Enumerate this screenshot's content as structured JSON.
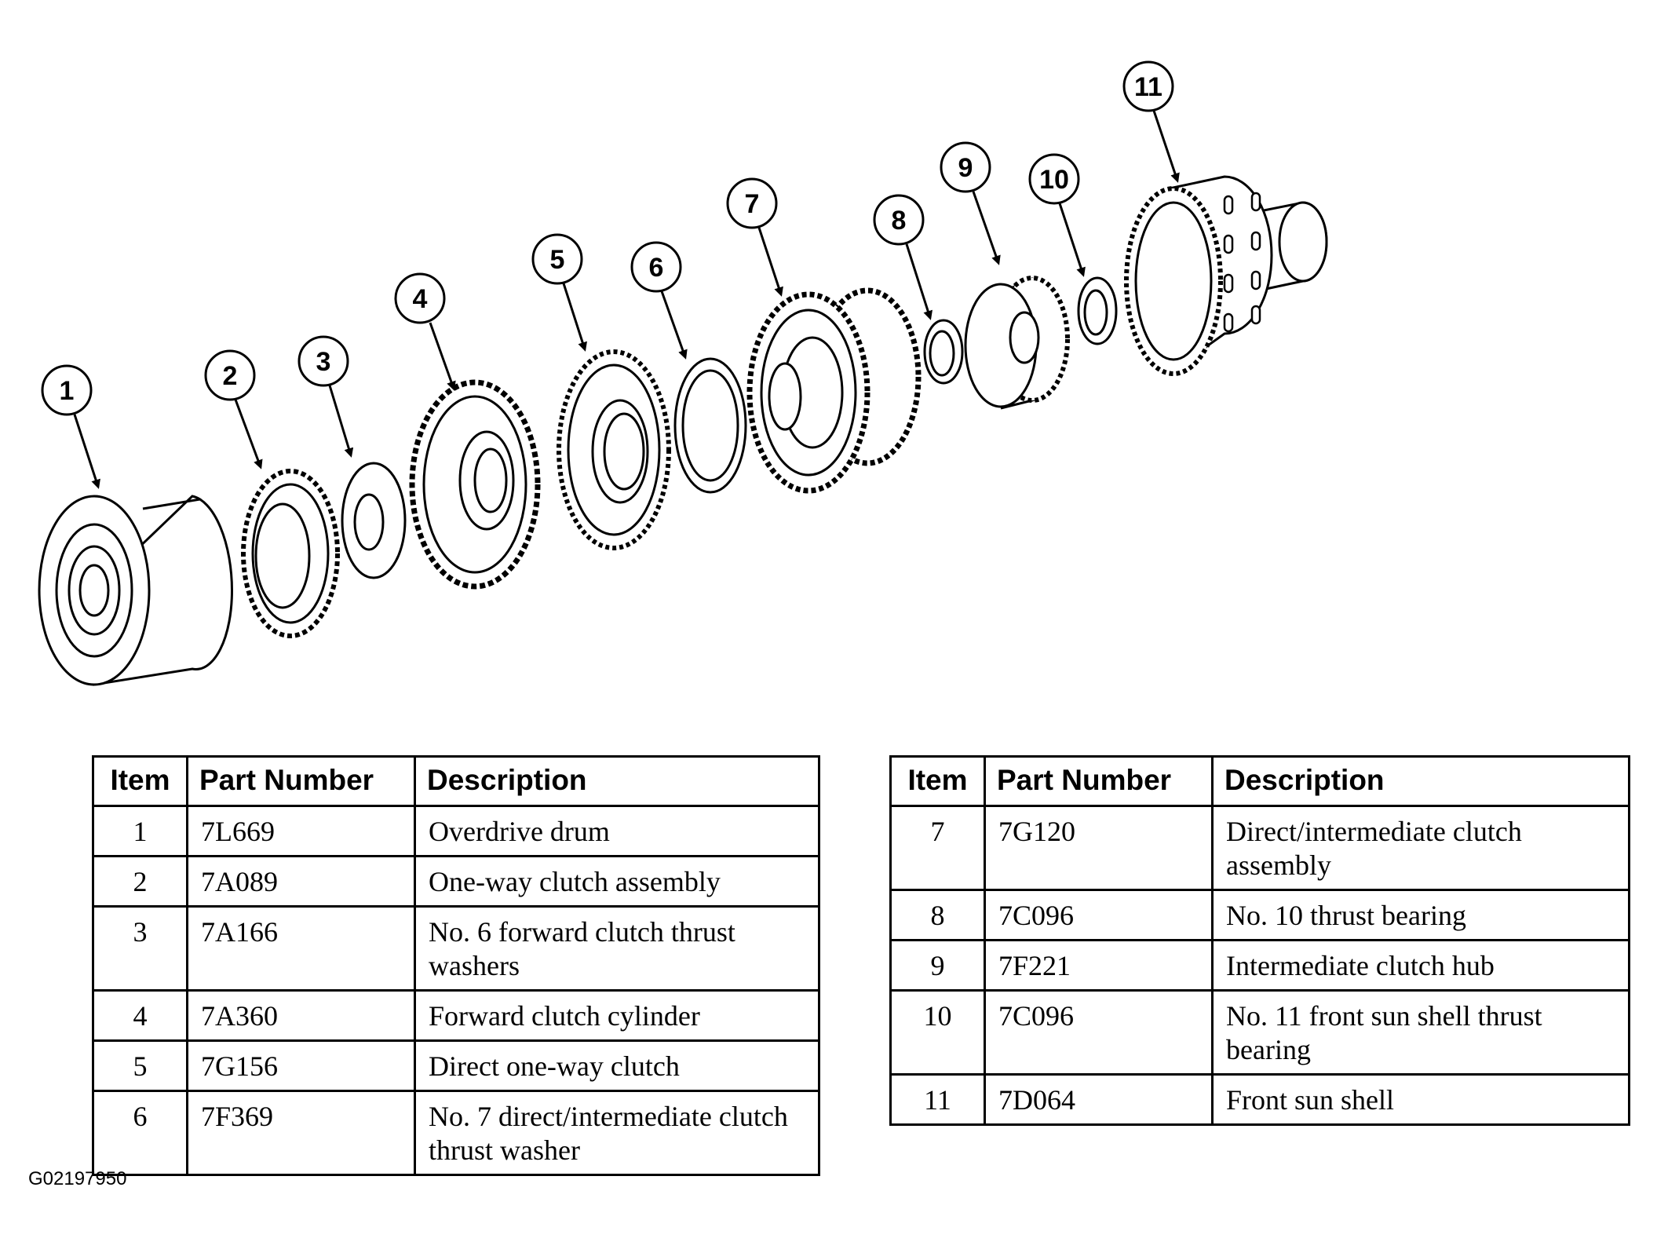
{
  "figure_code": "G02197950",
  "callouts": [
    "1",
    "2",
    "3",
    "4",
    "5",
    "6",
    "7",
    "8",
    "9",
    "10",
    "11"
  ],
  "table_headers": {
    "item": "Item",
    "part_number": "Part Number",
    "description": "Description"
  },
  "table_left": [
    {
      "item": "1",
      "part_number": "7L669",
      "description": "Overdrive drum"
    },
    {
      "item": "2",
      "part_number": "7A089",
      "description": "One-way clutch assembly"
    },
    {
      "item": "3",
      "part_number": "7A166",
      "description": "No. 6 forward clutch thrust washers"
    },
    {
      "item": "4",
      "part_number": "7A360",
      "description": "Forward clutch cylinder"
    },
    {
      "item": "5",
      "part_number": "7G156",
      "description": "Direct one-way clutch"
    },
    {
      "item": "6",
      "part_number": "7F369",
      "description": "No. 7 direct/intermediate clutch thrust washer"
    }
  ],
  "table_right": [
    {
      "item": "7",
      "part_number": "7G120",
      "description": "Direct/intermediate clutch assembly"
    },
    {
      "item": "8",
      "part_number": "7C096",
      "description": "No. 10 thrust bearing"
    },
    {
      "item": "9",
      "part_number": "7F221",
      "description": "Intermediate clutch hub"
    },
    {
      "item": "10",
      "part_number": "7C096",
      "description": "No. 11 front sun shell thrust bearing"
    },
    {
      "item": "11",
      "part_number": "7D064",
      "description": "Front sun shell"
    }
  ]
}
